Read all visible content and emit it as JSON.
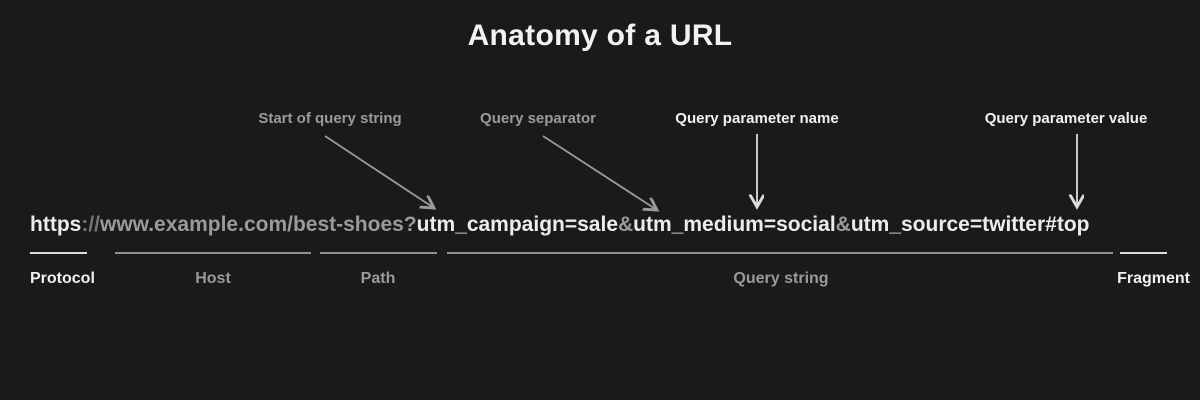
{
  "title": "Anatomy of a URL",
  "url": {
    "full": "https://www.example.com/best-shoes?utm_campaign=sale&utm_medium=social&utm_source=twitter#top",
    "segments": [
      {
        "text": "https",
        "tone": "bright"
      },
      {
        "text": "://",
        "tone": "dim"
      },
      {
        "text": "www.example.com",
        "tone": "gray"
      },
      {
        "text": "/best-shoes",
        "tone": "gray"
      },
      {
        "text": "?",
        "tone": "gray"
      },
      {
        "text": "utm_campaign=sale",
        "tone": "bright"
      },
      {
        "text": "&",
        "tone": "gray"
      },
      {
        "text": "utm_medium=social",
        "tone": "bright"
      },
      {
        "text": "&",
        "tone": "gray"
      },
      {
        "text": "utm_source=twitter",
        "tone": "bright"
      },
      {
        "text": "#top",
        "tone": "bright"
      }
    ]
  },
  "callouts": [
    {
      "label": "Start of query string",
      "tone": "gray"
    },
    {
      "label": "Query separator",
      "tone": "gray"
    },
    {
      "label": "Query parameter name",
      "tone": "bright"
    },
    {
      "label": "Query parameter value",
      "tone": "bright"
    }
  ],
  "parts": [
    {
      "label": "Protocol",
      "tone": "bright"
    },
    {
      "label": "Host",
      "tone": "gray"
    },
    {
      "label": "Path",
      "tone": "gray"
    },
    {
      "label": "Query string",
      "tone": "gray"
    },
    {
      "label": "Fragment",
      "tone": "bright"
    }
  ],
  "colors": {
    "background": "#1a1a1a",
    "bright_text": "#ececec",
    "gray_text": "#9a9a9a",
    "dim_text": "#757575",
    "arrow_gray": "#9a9a9a",
    "arrow_bright": "#dcdcdc",
    "underline_gray": "#8f8f8f",
    "underline_bright": "#dcdcdc"
  }
}
